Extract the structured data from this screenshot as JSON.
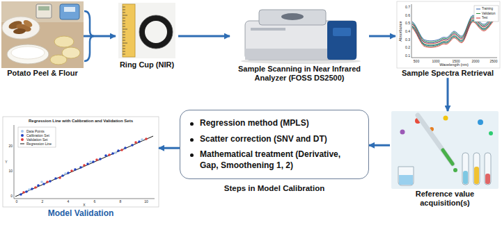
{
  "diagram": {
    "nodes": [
      {
        "text": [
          "Potato Peel & Flour"
        ]
      },
      {
        "text": [
          "Ring Cup (NIR)"
        ]
      },
      {
        "text": [
          "Sample Scanning in Near Infrared Analyzer (FOSS DS2500)"
        ]
      },
      {
        "text": [
          "Sample Spectra Retrieval"
        ]
      },
      {
        "text": [
          "Reference value acquisition(s)"
        ]
      },
      {
        "text": [
          "Regression method (MPLS)",
          "Scatter correction (SNV and DT)",
          "Mathematical treatment (Derivative, Gap, Smoothening 1, 2)",
          "Steps in Model Calibration"
        ]
      },
      {
        "text": [
          "Model Validation"
        ]
      }
    ],
    "edges": [
      {
        "from": 0,
        "to": 1,
        "arrow": "to"
      },
      {
        "from": 1,
        "to": 2,
        "arrow": "to"
      },
      {
        "from": 2,
        "to": 3,
        "arrow": "to"
      },
      {
        "from": 3,
        "to": 4,
        "arrow": "to"
      },
      {
        "from": 4,
        "to": 5,
        "arrow": "to"
      },
      {
        "from": 5,
        "to": 6,
        "arrow": "to"
      }
    ],
    "labels": [
      "Absorbance",
      "0.7",
      "0.6",
      "0.5",
      "0.4",
      "0.3",
      "0.2",
      "0.1",
      "500",
      "1000",
      "1500",
      "2000",
      "2500",
      "Wavelength (nm)",
      "Regression Line with Calibration and Validation Sets",
      "0",
      "10",
      "20",
      "0",
      "2",
      "4",
      "6",
      "8",
      "10",
      "X",
      "Y"
    ],
    "legend": [
      {
        "text": "Training"
      },
      {
        "text": "Validation"
      },
      {
        "text": "Test"
      },
      {
        "text": "Data Points",
        "color": "#a8c8ee"
      },
      {
        "text": "Calibration Set",
        "color": "#2040c0"
      },
      {
        "text": "Validation Set",
        "color": "#e03a3a"
      },
      {
        "text": "Regression Line"
      }
    ]
  }
}
